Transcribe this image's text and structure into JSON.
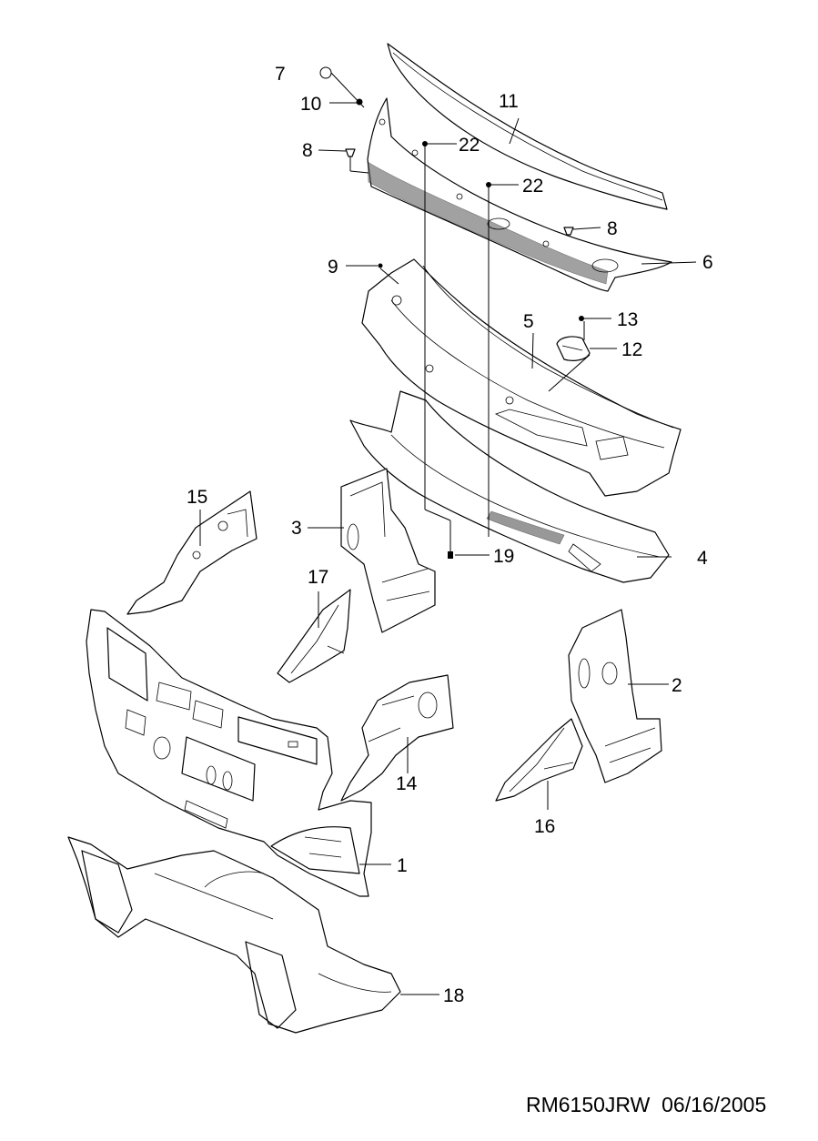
{
  "diagram": {
    "callouts": [
      {
        "id": "c1",
        "label": "1"
      },
      {
        "id": "c2",
        "label": "2"
      },
      {
        "id": "c3",
        "label": "3"
      },
      {
        "id": "c4",
        "label": "4"
      },
      {
        "id": "c5",
        "label": "5"
      },
      {
        "id": "c6",
        "label": "6"
      },
      {
        "id": "c7",
        "label": "7"
      },
      {
        "id": "c8a",
        "label": "8"
      },
      {
        "id": "c8b",
        "label": "8"
      },
      {
        "id": "c9",
        "label": "9"
      },
      {
        "id": "c10",
        "label": "10"
      },
      {
        "id": "c11",
        "label": "11"
      },
      {
        "id": "c12",
        "label": "12"
      },
      {
        "id": "c13",
        "label": "13"
      },
      {
        "id": "c14",
        "label": "14"
      },
      {
        "id": "c15",
        "label": "15"
      },
      {
        "id": "c16",
        "label": "16"
      },
      {
        "id": "c17",
        "label": "17"
      },
      {
        "id": "c18",
        "label": "18"
      },
      {
        "id": "c19",
        "label": "19"
      },
      {
        "id": "c22a",
        "label": "22"
      },
      {
        "id": "c22b",
        "label": "22"
      }
    ]
  },
  "footer": {
    "code": "RM6150JRW",
    "date": "06/16/2005"
  }
}
